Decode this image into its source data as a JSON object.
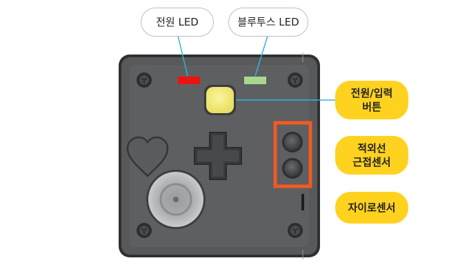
{
  "labels": {
    "power_led": "전원 LED",
    "bluetooth_led": "블루투스 LED",
    "power_input_button": "전원/입력\n버튼",
    "ir_proximity_sensor": "적외선\n근접센서",
    "gyro_sensor": "자이로센서"
  },
  "colors": {
    "power_led": "#ee1111",
    "bluetooth_led": "#a6d98e",
    "button_face": "#f7f085",
    "highlight_box": "#f15a22",
    "callout_fill": "#ffd21f",
    "leader_line": "#35b4d6",
    "device_body": "#58595b"
  },
  "device": {
    "components": [
      "power-led",
      "bluetooth-led",
      "power-input-button",
      "heart-button",
      "dpad",
      "joystick",
      "ir-proximity-sensor",
      "gyro-sensor-slot",
      "screws"
    ]
  }
}
